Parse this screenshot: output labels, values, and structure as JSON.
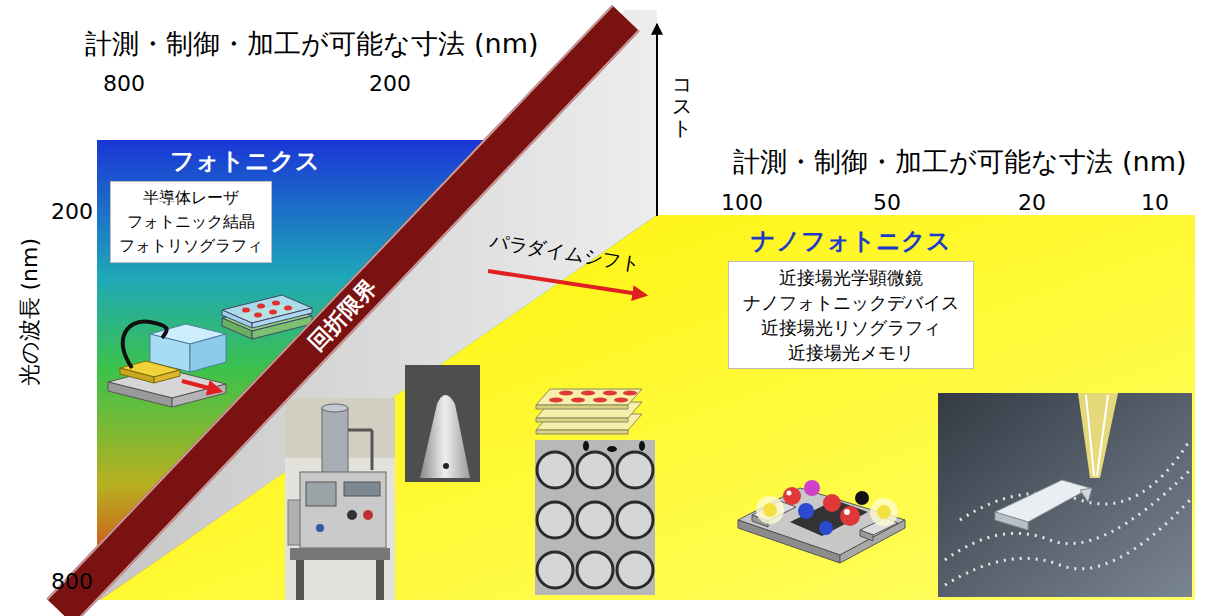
{
  "diagram": {
    "nodes": [
      {
        "text": [
          "フォトニクス",
          "半導体レーザ",
          "フォトニック結晶",
          "フォトリソグラフィ"
        ]
      },
      {
        "text": [
          "回折限界"
        ]
      },
      {
        "text": [
          "ナノフォトニクス",
          "近接場光学顕微鏡",
          "ナノフォトニックデバイス",
          "近接場光リソグラフィ",
          "近接場光メモリ"
        ]
      }
    ],
    "labels": [
      "計測・制御・加工が可能な寸法 (nm)",
      "800",
      "200",
      "コスト",
      "計測・制御・加工が可能な寸法 (nm)",
      "100",
      "50",
      "20",
      "10",
      "光の波長 (nm)",
      "200",
      "800",
      "パラダイムシフト"
    ]
  }
}
